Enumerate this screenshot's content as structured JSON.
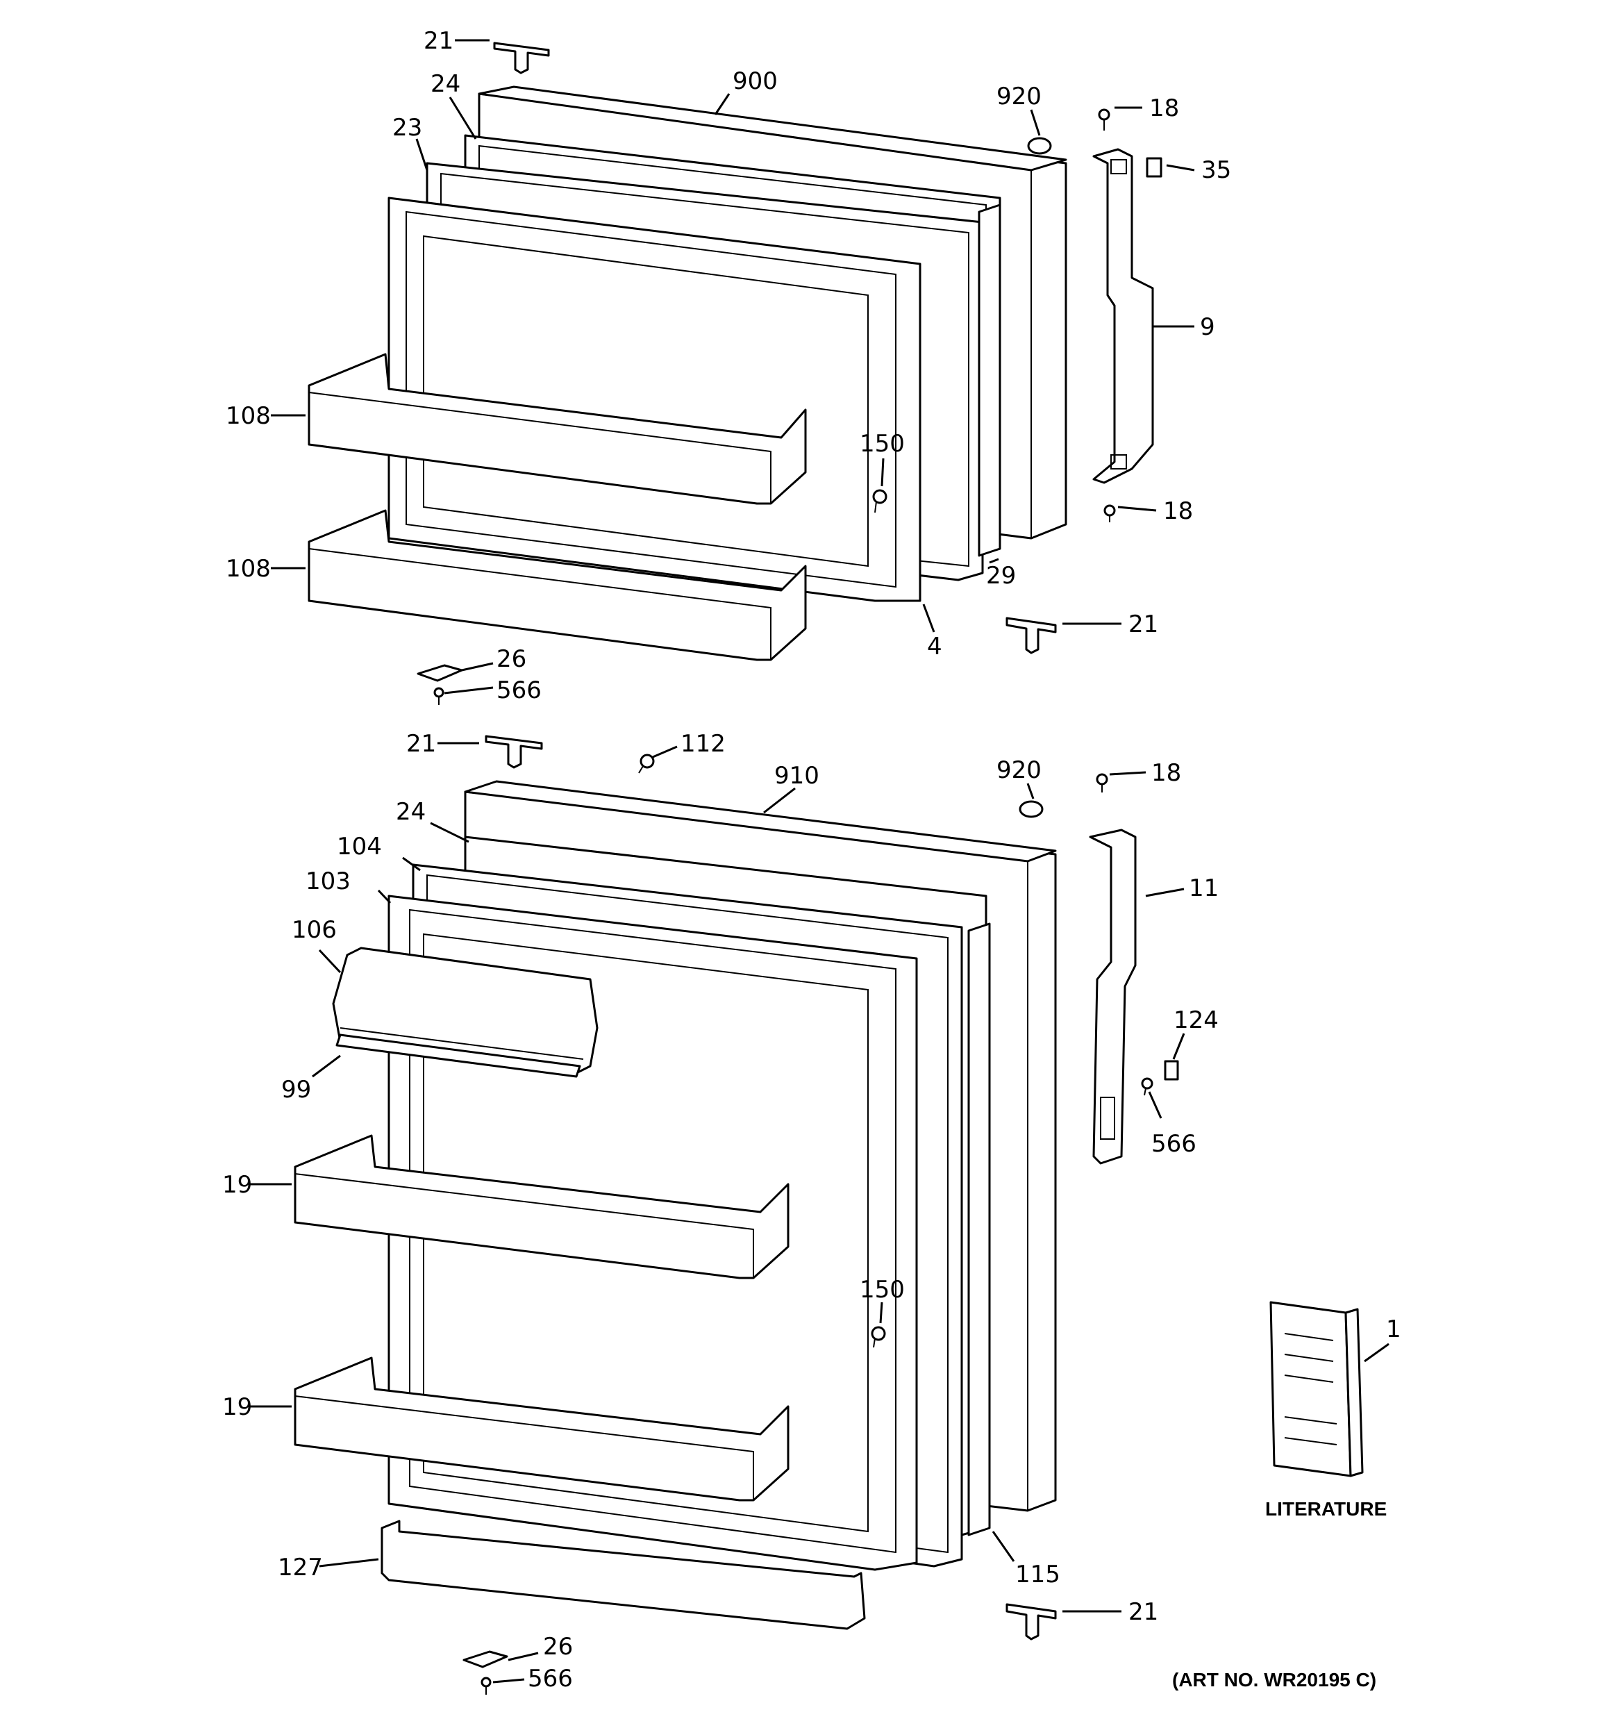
{
  "top_door_callouts": {
    "c21_top": "21",
    "c24": "24",
    "c900": "900",
    "c920": "920",
    "c18_upper": "18",
    "c35": "35",
    "c23": "23",
    "c9": "9",
    "c108_upper": "108",
    "c150": "150",
    "c18_lower": "18",
    "c108_lower": "108",
    "c29": "29",
    "c21_bottom": "21",
    "c4": "4",
    "c26": "26",
    "c566": "566"
  },
  "bottom_door_callouts": {
    "c21_top": "21",
    "c112": "112",
    "c910": "910",
    "c920": "920",
    "c18": "18",
    "c24": "24",
    "c104": "104",
    "c103": "103",
    "c11": "11",
    "c106": "106",
    "c124": "124",
    "c99": "99",
    "c566_right": "566",
    "c19_upper": "19",
    "c150": "150",
    "c1": "1",
    "c19_lower": "19",
    "c127": "127",
    "c115": "115",
    "c21_bottom": "21",
    "c26": "26",
    "c566": "566"
  },
  "literature_label": "LITERATURE",
  "art_number": "(ART NO. WR20195 C)"
}
